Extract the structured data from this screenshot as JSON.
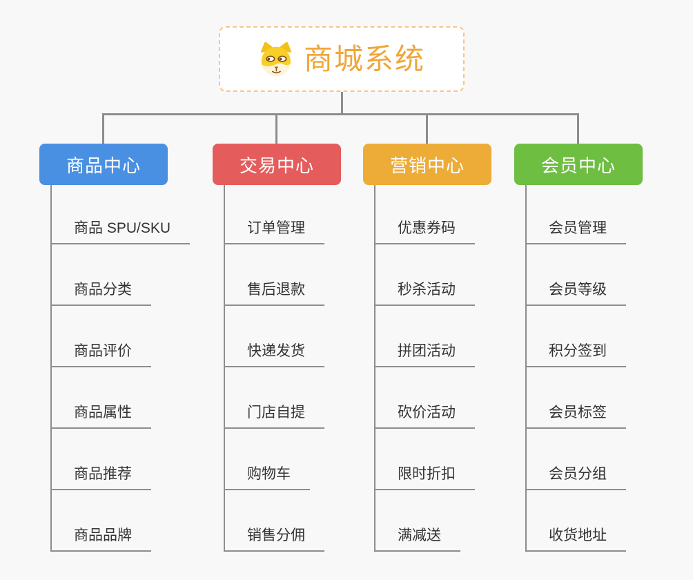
{
  "canvas": {
    "background_color": "#f8f8f8",
    "connector_color": "#8d8d8d"
  },
  "root": {
    "label": "商城系统",
    "icon": "dog-face-icon",
    "text_color": "#f0a63a",
    "border_color": "#f5c686"
  },
  "branches": [
    {
      "label": "商品中心",
      "color": "#4a90e2",
      "items": [
        "商品 SPU/SKU",
        "商品分类",
        "商品评价",
        "商品属性",
        "商品推荐",
        "商品品牌"
      ]
    },
    {
      "label": "交易中心",
      "color": "#e45c5c",
      "items": [
        "订单管理",
        "售后退款",
        "快递发货",
        "门店自提",
        "购物车",
        "销售分佣"
      ]
    },
    {
      "label": "营销中心",
      "color": "#edac38",
      "items": [
        "优惠券码",
        "秒杀活动",
        "拼团活动",
        "砍价活动",
        "限时折扣",
        "满减送"
      ]
    },
    {
      "label": "会员中心",
      "color": "#6ebe41",
      "items": [
        "会员管理",
        "会员等级",
        "积分签到",
        "会员标签",
        "会员分组",
        "收货地址"
      ]
    }
  ]
}
